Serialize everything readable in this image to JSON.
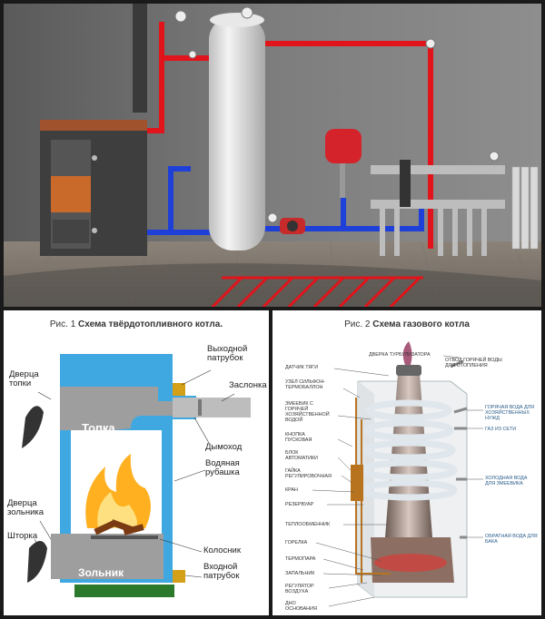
{
  "colors": {
    "hot_pipe": "#e0141a",
    "cold_pipe": "#1e3fd8",
    "water_jacket": "#3fa8e0",
    "boiler_grey": "#8a8a8a",
    "fire": "#ffb020"
  },
  "scheme1": {
    "title_prefix": "Рис. 1",
    "title_main": "Схема твёрдотопливного котла.",
    "labels": {
      "firebox_door": "Дверца топки",
      "outlet_pipe": "Выходной патрубок",
      "damper": "Заслонка",
      "firebox": "Топка",
      "chimney": "Дымоход",
      "water_jacket": "Водяная рубашка",
      "ash_door": "Дверца зольника",
      "shutter": "Шторка",
      "grate": "Колосник",
      "inlet_pipe": "Входной патрубок",
      "ash_pit": "Зольник"
    }
  },
  "scheme2": {
    "title_prefix": "Рис. 2",
    "title_main": "Схема газового котла",
    "labels_left": [
      "Датчик тяги",
      "Узел сильфон-термобаллон",
      "Змеевик с горячей хозяйственной водой",
      "Кнопка пусковая",
      "Блок автоматики",
      "Гайка регулировочная",
      "Кран",
      "Резервуар",
      "Теплообменник",
      "Горелка",
      "Термопара",
      "Запальник",
      "Регулятор воздуха",
      "Дно основания"
    ],
    "label_top": "Дверка турбулизатора",
    "labels_right": [
      "Отвод горячей воды для отопления",
      "Горячая вода для хозяйственных нужд",
      "Газ из сети",
      "Холодная вода для змеевика",
      "Обратная вода для бака"
    ]
  }
}
